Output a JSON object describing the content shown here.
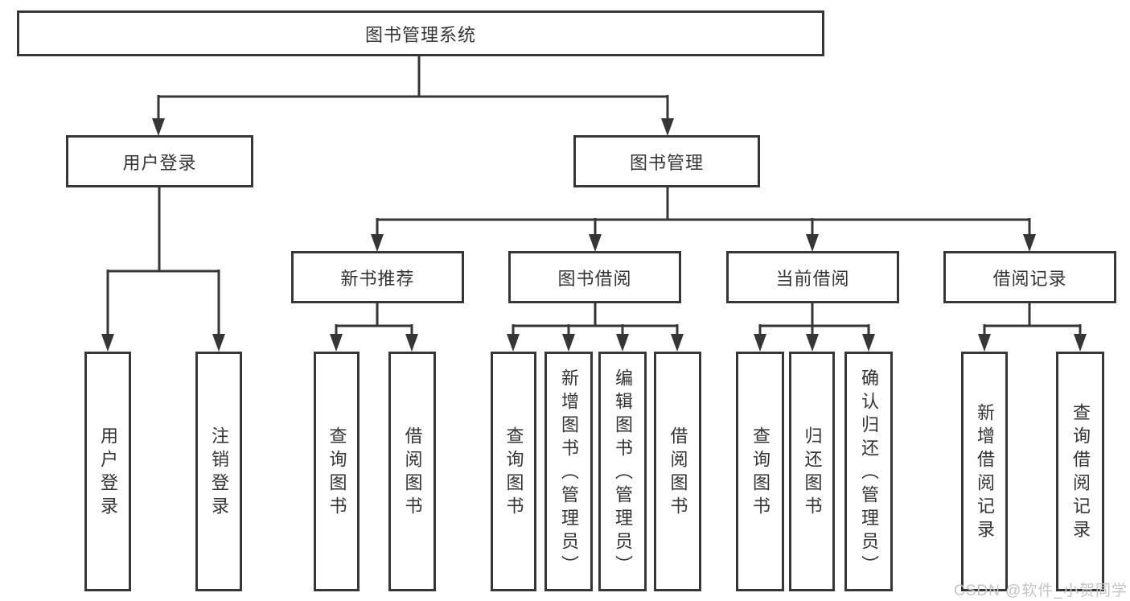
{
  "diagram": {
    "title": "图书管理系统",
    "colors": {
      "line": "#363636",
      "box_border": "#363636",
      "background": "#ffffff",
      "text": "#333333"
    },
    "hierarchy": {
      "label": "图书管理系统",
      "children": [
        {
          "label": "用户登录",
          "children": [
            {
              "label": "用户登录"
            },
            {
              "label": "注销登录"
            }
          ]
        },
        {
          "label": "图书管理",
          "children": [
            {
              "label": "新书推荐",
              "children": [
                {
                  "label": "查询图书"
                },
                {
                  "label": "借阅图书"
                }
              ]
            },
            {
              "label": "图书借阅",
              "children": [
                {
                  "label": "查询图书"
                },
                {
                  "label": "新增图书（管理员）"
                },
                {
                  "label": "编辑图书（管理员）"
                },
                {
                  "label": "借阅图书"
                }
              ]
            },
            {
              "label": "当前借阅",
              "children": [
                {
                  "label": "查询图书"
                },
                {
                  "label": "归还图书"
                },
                {
                  "label": "确认归还（管理员）"
                }
              ]
            },
            {
              "label": "借阅记录",
              "children": [
                {
                  "label": "新增借阅记录"
                },
                {
                  "label": "查询借阅记录"
                }
              ]
            }
          ]
        }
      ]
    }
  },
  "watermark": {
    "text": "CSDN @软件_小贺同学",
    "color": "#c6c2c8"
  }
}
